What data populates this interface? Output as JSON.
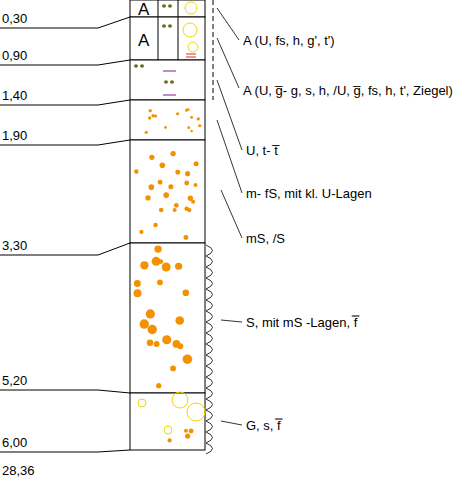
{
  "diagram": {
    "labels": [
      "0,30",
      "A",
      "A",
      "A (U, fs, h, g', t')",
      "0,90",
      "A (U, g̅- g, s, h, /U, g̅, fs, h, t', Ziegel)",
      "1,40",
      "U, t- t̅",
      "1,90",
      "m- fS, mit kl. U-Lagen",
      "3,30",
      "mS, /S",
      "S, mit mS -Lagen, f̿",
      "5,20",
      "G, s, f̿",
      "6,00",
      "28,36"
    ]
  }
}
